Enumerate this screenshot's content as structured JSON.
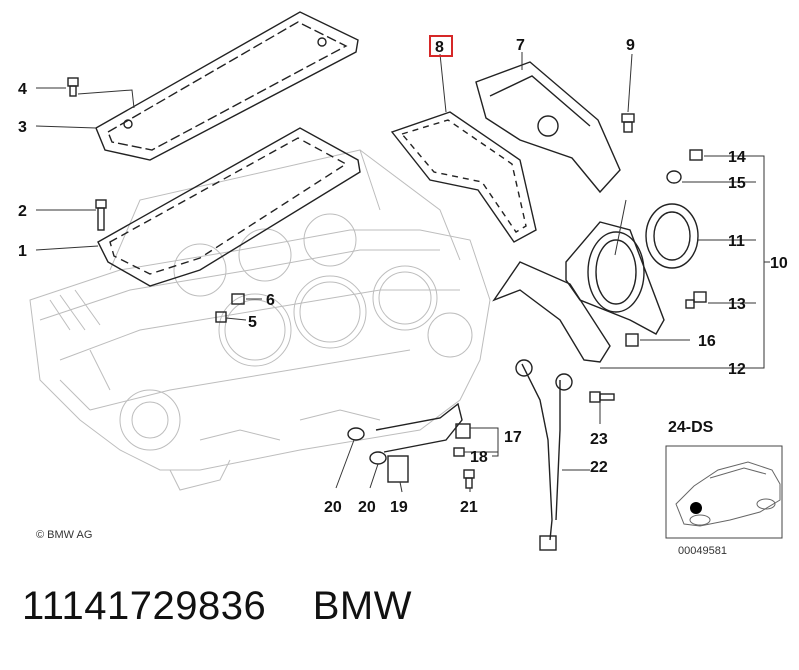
{
  "diagram": {
    "callouts": [
      {
        "id": "c1",
        "text": "1"
      },
      {
        "id": "c2",
        "text": "2"
      },
      {
        "id": "c3",
        "text": "3"
      },
      {
        "id": "c4",
        "text": "4"
      },
      {
        "id": "c5",
        "text": "5"
      },
      {
        "id": "c6",
        "text": "6"
      },
      {
        "id": "c7",
        "text": "7"
      },
      {
        "id": "c8",
        "text": "8"
      },
      {
        "id": "c9",
        "text": "9"
      },
      {
        "id": "c10",
        "text": "10"
      },
      {
        "id": "c11",
        "text": "11"
      },
      {
        "id": "c12",
        "text": "12"
      },
      {
        "id": "c13",
        "text": "13"
      },
      {
        "id": "c14",
        "text": "14"
      },
      {
        "id": "c15",
        "text": "15"
      },
      {
        "id": "c16",
        "text": "16"
      },
      {
        "id": "c17",
        "text": "17"
      },
      {
        "id": "c18",
        "text": "18"
      },
      {
        "id": "c19",
        "text": "19"
      },
      {
        "id": "c20a",
        "text": "20"
      },
      {
        "id": "c20b",
        "text": "20"
      },
      {
        "id": "c21",
        "text": "21"
      },
      {
        "id": "c22",
        "text": "22"
      },
      {
        "id": "c23",
        "text": "23"
      }
    ],
    "highlighted_callout": "8",
    "highlight_color": "#d62828",
    "copyright": "© BMW AG",
    "inset": {
      "title": "24-DS",
      "code": "00049581"
    }
  },
  "footer": {
    "part_number": "11141729836",
    "brand": "BMW"
  }
}
